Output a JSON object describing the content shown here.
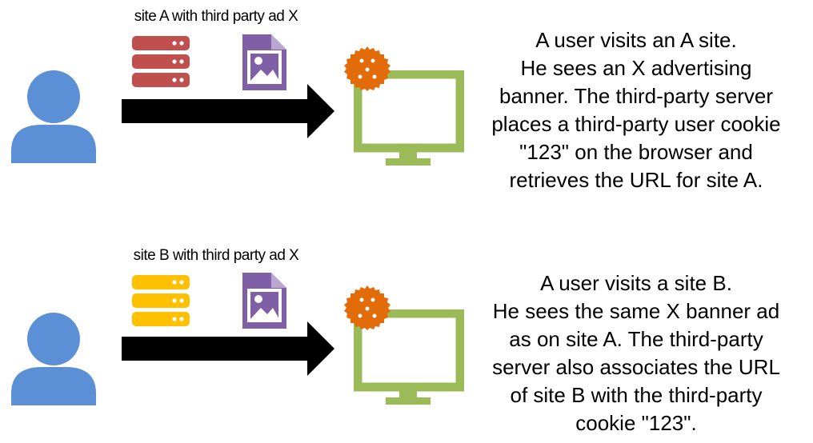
{
  "colors": {
    "user": "#5b8fd6",
    "server_a": "#c0504d",
    "server_b": "#ffc000",
    "ad_file": "#7f5fa5",
    "monitor": "#9bbb59",
    "cookie": "#e36c0a",
    "arrow": "#000000"
  },
  "panels": [
    {
      "site_label": "site A with third party ad X",
      "server_color": "#c0504d",
      "description_lines": [
        "A user visits an A site.",
        "He sees an X advertising",
        "banner. The third-party server",
        "places a third-party user cookie",
        "\"123\" on the browser and",
        "retrieves the URL for site A."
      ]
    },
    {
      "site_label": "site B with third party ad X",
      "server_color": "#ffc000",
      "description_lines": [
        "A user visits a site B.",
        "He sees the same X banner ad",
        "as on site A. The third-party",
        "server also associates the URL",
        "of site B with the third-party",
        "cookie \"123\"."
      ]
    }
  ],
  "icons": {
    "user": "user-icon",
    "server": "server-icon",
    "ad": "image-file-icon",
    "arrow": "arrow-right-icon",
    "monitor": "monitor-icon",
    "cookie": "cookie-icon"
  }
}
